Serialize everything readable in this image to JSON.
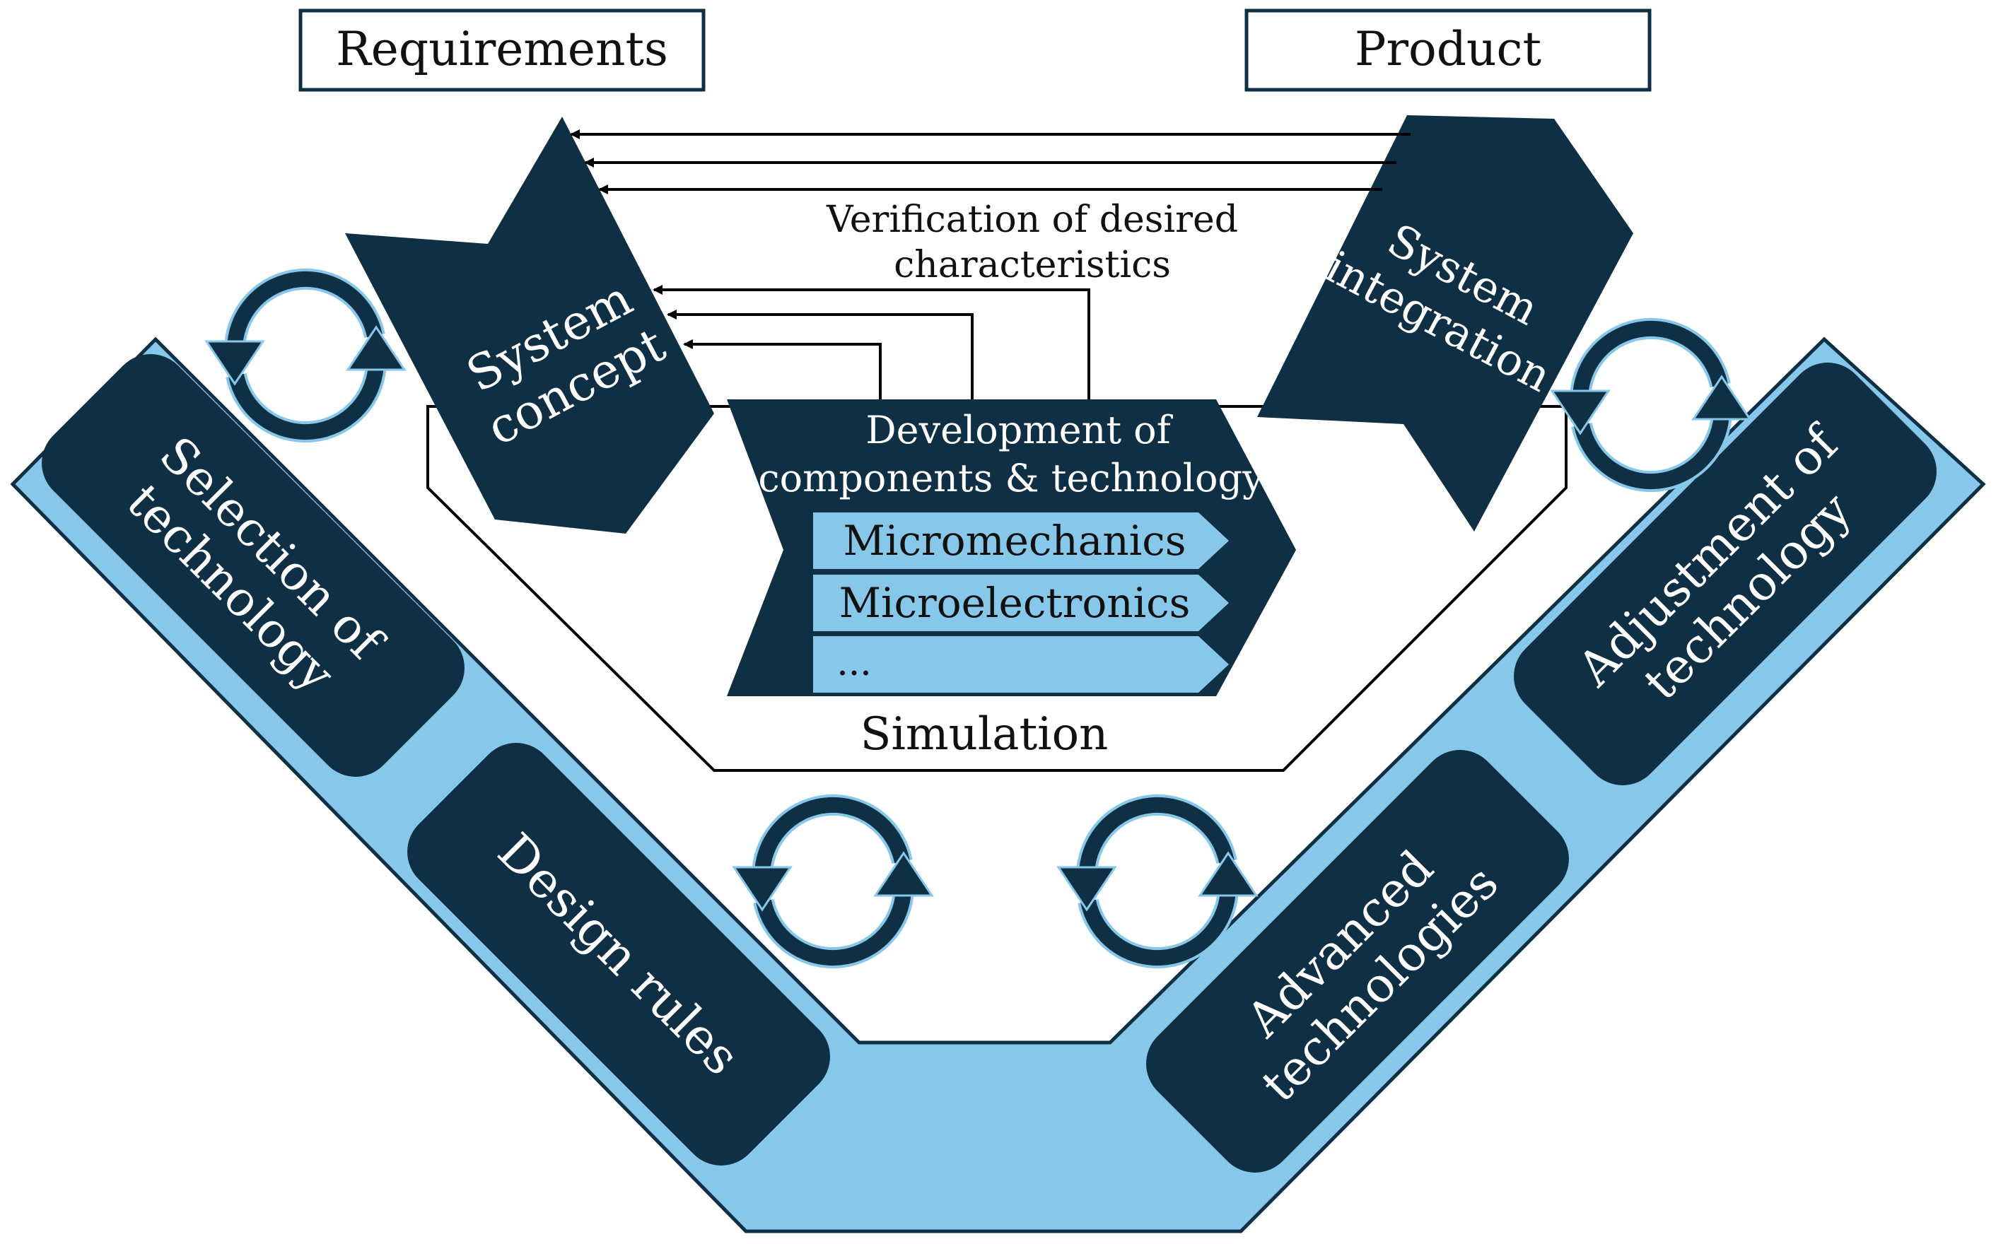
{
  "boxes": {
    "requirements": "Requirements",
    "product": "Product"
  },
  "stages": {
    "system_concept": [
      "System",
      "concept"
    ],
    "system_integration": [
      "System",
      "integration"
    ],
    "development": [
      "Development of",
      "components & technology"
    ]
  },
  "layers": {
    "micromechanics": "Micromechanics",
    "microelectronics": "Microelectronics",
    "more": "..."
  },
  "labels": {
    "verification": [
      "Verification of desired",
      "characteristics"
    ],
    "simulation": "Simulation"
  },
  "technology_steps": {
    "selection": [
      "Selection of",
      "technology"
    ],
    "design_rules": "Design rules",
    "advanced": [
      "Advanced",
      "technologies"
    ],
    "adjustment": [
      "Adjustment of",
      "technology"
    ]
  },
  "colors": {
    "navy": "#0e2f44",
    "light_blue": "#87c8ea",
    "white": "#ffffff"
  }
}
